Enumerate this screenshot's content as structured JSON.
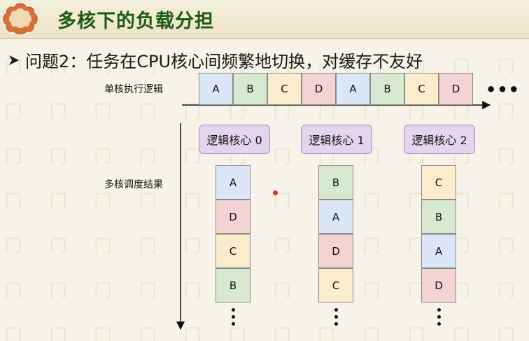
{
  "header": {
    "title": "多核下的负载分担"
  },
  "bullet": {
    "text": "问题2：任务在CPU核心间频繁地切换，对缓存不友好"
  },
  "timeline": {
    "label": "单核执行逻辑",
    "tasks": [
      "A",
      "B",
      "C",
      "D",
      "A",
      "B",
      "C",
      "D"
    ],
    "ellipsis": "•••"
  },
  "schedule": {
    "label": "多核调度结果",
    "cores": [
      {
        "name": "逻辑核心 0",
        "tasks": [
          "A",
          "D",
          "C",
          "B"
        ]
      },
      {
        "name": "逻辑核心 1",
        "tasks": [
          "B",
          "A",
          "D",
          "C"
        ]
      },
      {
        "name": "逻辑核心 2",
        "tasks": [
          "C",
          "B",
          "A",
          "D"
        ]
      }
    ]
  },
  "colors": {
    "A": "#dbe7f6",
    "B": "#d8e9d2",
    "C": "#fbeccd",
    "D": "#f4d3d3",
    "core_bg": "#e3d5ee",
    "title": "#1f5a12"
  }
}
